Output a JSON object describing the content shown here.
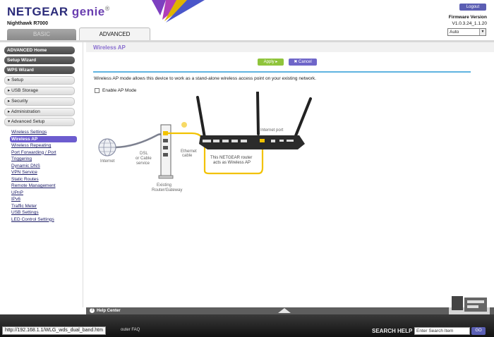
{
  "header": {
    "brand": "NETGEAR",
    "product": "genie",
    "model": "Nighthawk R7000",
    "logout_label": "Logout",
    "firmware_label": "Firmware Version",
    "firmware_value": "V1.0.3.24_1.1.20",
    "language_value": "Auto"
  },
  "tabs": {
    "basic": "BASIC",
    "advanced": "ADVANCED"
  },
  "sidebar": {
    "top": [
      {
        "label": "ADVANCED Home"
      },
      {
        "label": "Setup Wizard"
      },
      {
        "label": "WPS Wizard"
      }
    ],
    "sections": [
      {
        "label": "▸ Setup"
      },
      {
        "label": "▸ USB Storage"
      },
      {
        "label": "▸ Security"
      },
      {
        "label": "▸ Administration"
      },
      {
        "label": "▾ Advanced Setup"
      }
    ],
    "sub_items": [
      {
        "label": "Wireless Settings"
      },
      {
        "label": "Wireless AP"
      },
      {
        "label": "Wireless Repeating"
      },
      {
        "label": "Port Forwarding / Port Triggering"
      },
      {
        "label": "Dynamic DNS"
      },
      {
        "label": "VPN Service"
      },
      {
        "label": "Static Routes"
      },
      {
        "label": "Remote Management"
      },
      {
        "label": "UPnP"
      },
      {
        "label": "IPv6"
      },
      {
        "label": "Traffic Meter"
      },
      {
        "label": "USB Settings"
      },
      {
        "label": "LED Control Settings"
      }
    ],
    "active_index": 1
  },
  "main": {
    "title": "Wireless AP",
    "apply_label": "Apply ▸",
    "cancel_label": "✖ Cancel",
    "description": "Wireless AP mode allows this device to work as a stand-alone wireless access point on your existing network.",
    "checkbox_label": "Enable AP Mode",
    "checkbox_checked": false
  },
  "diagram": {
    "internet_label": "Internet",
    "dsl_label_1": "DSL",
    "dsl_label_2": "or Cable",
    "dsl_label_3": "service",
    "ethernet_label_1": "Ethernet",
    "ethernet_label_2": "cable",
    "existing_label_1": "Existing",
    "existing_label_2": "Router/Gateway",
    "internet_port_label": "Internet port",
    "router_caption_1": "This NETGEAR router",
    "router_caption_2": "acts as Wireless AP"
  },
  "footer": {
    "help_center": "Help Center",
    "url_tooltip": "http://192.168.1.1/WLG_wds_dual_band.htm",
    "faq_text": "outer FAQ",
    "search_help": "SEARCH HELP",
    "search_placeholder": "Enter Search Item",
    "go_label": "GO"
  },
  "colors": {
    "brand_blue": "#2c2c7a",
    "genie_purple": "#6a3fb0",
    "active_purple": "#6c5ccf",
    "apply_green": "#8fc43b",
    "cable_yellow": "#f2c200",
    "rule_blue": "#5fb3e0"
  }
}
